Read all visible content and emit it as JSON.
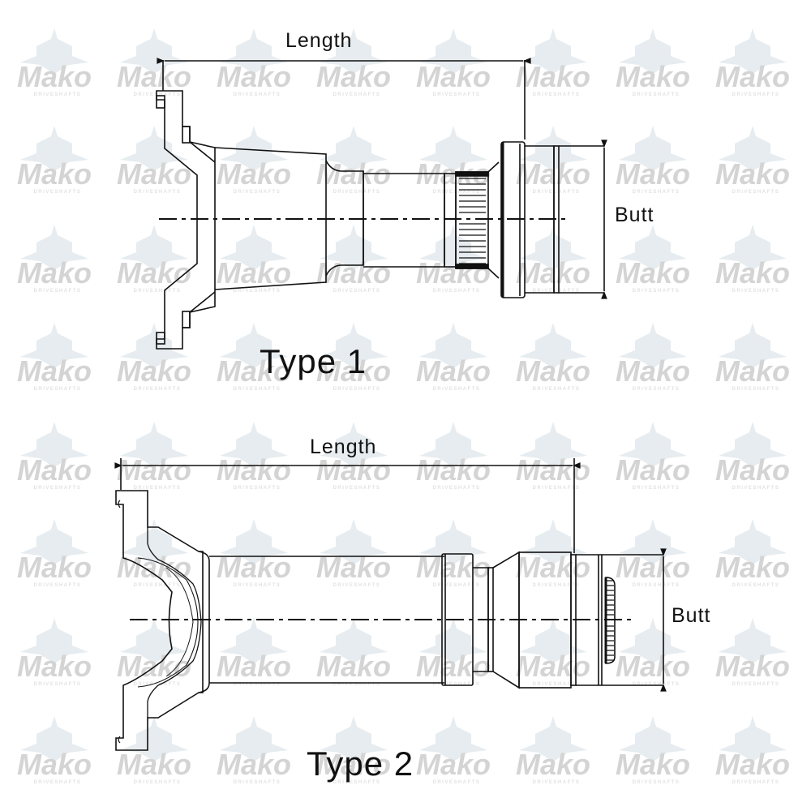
{
  "watermark": {
    "brand": "Mako",
    "subtitle": "DRIVESHAFTS",
    "color": "#d4d4d4",
    "icon_color": "#e6ecef",
    "columns": [
      67,
      190,
      313,
      436,
      559,
      682,
      805,
      928
    ],
    "rows": [
      95,
      215,
      337,
      458,
      580,
      700,
      822,
      943
    ]
  },
  "diagrams": [
    {
      "id": "type-1",
      "title": "Type 1",
      "length_label": "Length",
      "butt_label": "Butt"
    },
    {
      "id": "type-2",
      "title": "Type 2",
      "length_label": "Length",
      "butt_label": "Butt"
    }
  ],
  "colors": {
    "line": "#111111",
    "background": "#ffffff"
  }
}
